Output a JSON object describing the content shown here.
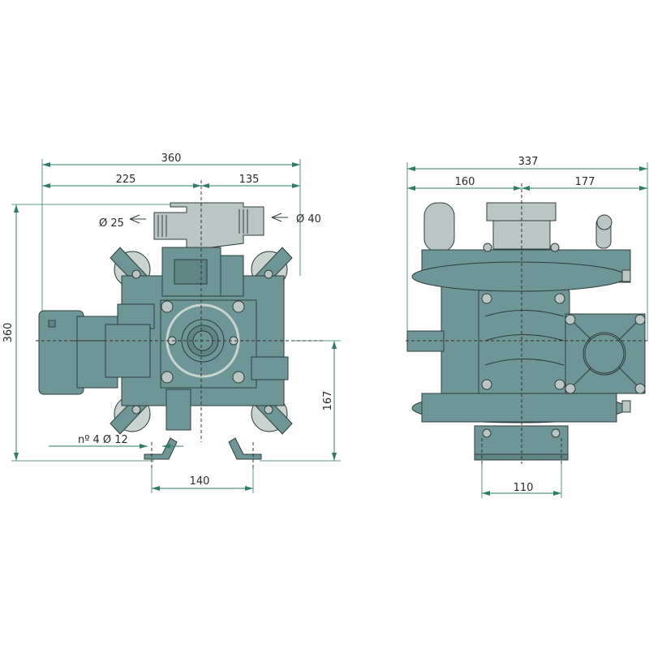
{
  "front_view": {
    "overall_width": "360",
    "left_offset": "225",
    "right_offset": "135",
    "outlet_diameter": "Ø 25",
    "inlet_diameter": "Ø 40",
    "overall_height": "360",
    "shaft_height": "167",
    "mounting_holes": "nº 4 Ø 12",
    "mounting_spacing": "140"
  },
  "side_view": {
    "overall_depth": "337",
    "front_offset": "160",
    "rear_offset": "177",
    "base_spacing": "110"
  },
  "colors": {
    "dimension_line": "#2e7d6b",
    "pump_body": "#6f9696",
    "manifold": "#b9c6c3"
  }
}
